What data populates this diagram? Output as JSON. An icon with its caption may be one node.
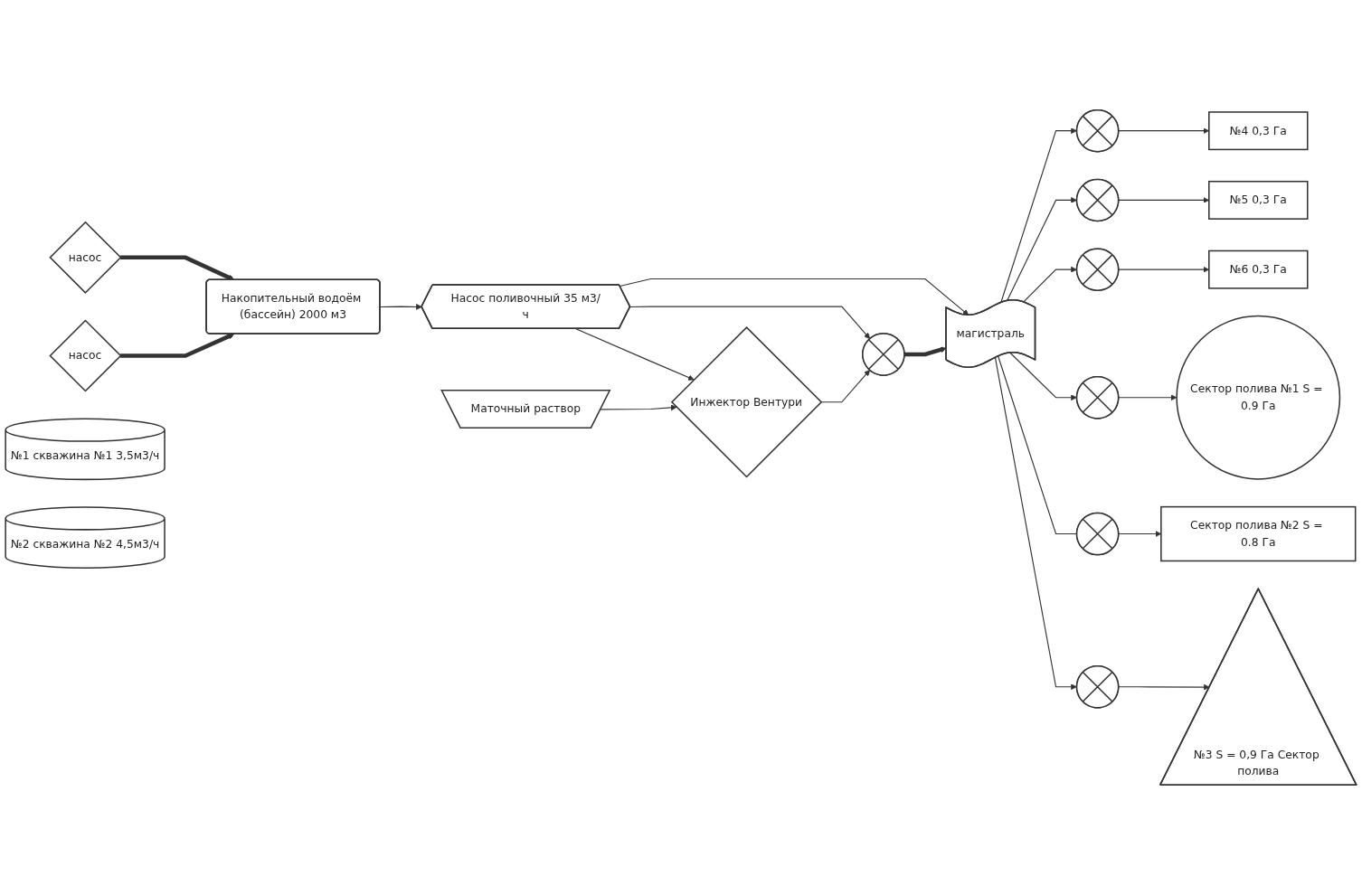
{
  "diagram": {
    "nodes": [
      {
        "text": [
          "№4 0,3 Га"
        ]
      },
      {
        "text": [
          "№5 0,3 Га"
        ]
      },
      {
        "text": [
          "№6 0,3 Га"
        ]
      },
      {
        "text": [
          "Сектор полива №1 S = 0.9 Га"
        ]
      },
      {
        "text": [],
        "shape": "valve"
      },
      {
        "text": [],
        "shape": "valve"
      },
      {
        "text": [],
        "shape": "valve"
      },
      {
        "text": [
          "Накопительный водоём (бассейн) 2000 м3"
        ]
      },
      {
        "text": [
          "Насос поливочный 35 м3/ч"
        ]
      },
      {
        "text": [],
        "shape": "valve"
      },
      {
        "text": [
          "магистраль"
        ]
      },
      {
        "text": [
          "Инжектор Вентури"
        ]
      },
      {
        "text": [],
        "shape": "valve"
      },
      {
        "text": [],
        "shape": "valve"
      },
      {
        "text": [],
        "shape": "valve"
      },
      {
        "text": [
          "Сектор полива №2 S = 0.8 Га"
        ]
      },
      {
        "text": [
          "насос"
        ]
      },
      {
        "text": [
          "насос"
        ]
      },
      {
        "text": [
          "Маточный раствор"
        ]
      },
      {
        "text": [
          "№1 скважина №1 3,5м3/ч"
        ]
      },
      {
        "text": [
          "№2 скважина №2 4,5м3/ч"
        ]
      },
      {
        "text": [
          "№3 S = 0,9 Га Сектор полива"
        ]
      }
    ],
    "edges": [
      {
        "from": 16,
        "to": 7,
        "arrow": "to",
        "style": "thick"
      },
      {
        "from": 17,
        "to": 7,
        "arrow": "to",
        "style": "thick"
      },
      {
        "from": 7,
        "to": 8,
        "arrow": "to"
      },
      {
        "from": 8,
        "to": 12,
        "arrow": "to"
      },
      {
        "from": 8,
        "to": 10,
        "arrow": "to"
      },
      {
        "from": 8,
        "to": 11,
        "arrow": "to"
      },
      {
        "from": 18,
        "to": 11,
        "arrow": "to"
      },
      {
        "from": 11,
        "to": 12,
        "arrow": "to"
      },
      {
        "from": 12,
        "to": 10,
        "arrow": "to",
        "style": "thick"
      },
      {
        "from": 10,
        "to": 4,
        "arrow": "to"
      },
      {
        "from": 10,
        "to": 5,
        "arrow": "to"
      },
      {
        "from": 10,
        "to": 6,
        "arrow": "to"
      },
      {
        "from": 4,
        "to": 0,
        "arrow": "to"
      },
      {
        "from": 5,
        "to": 1,
        "arrow": "to"
      },
      {
        "from": 6,
        "to": 2,
        "arrow": "to"
      },
      {
        "from": 10,
        "to": 9,
        "arrow": "to"
      },
      {
        "from": 9,
        "to": 3,
        "arrow": "to"
      },
      {
        "from": 10,
        "to": 13,
        "arrow": "none"
      },
      {
        "from": 13,
        "to": 15,
        "arrow": "to"
      },
      {
        "from": 10,
        "to": 14,
        "arrow": "to"
      },
      {
        "from": 14,
        "to": 21,
        "arrow": "to"
      }
    ]
  }
}
